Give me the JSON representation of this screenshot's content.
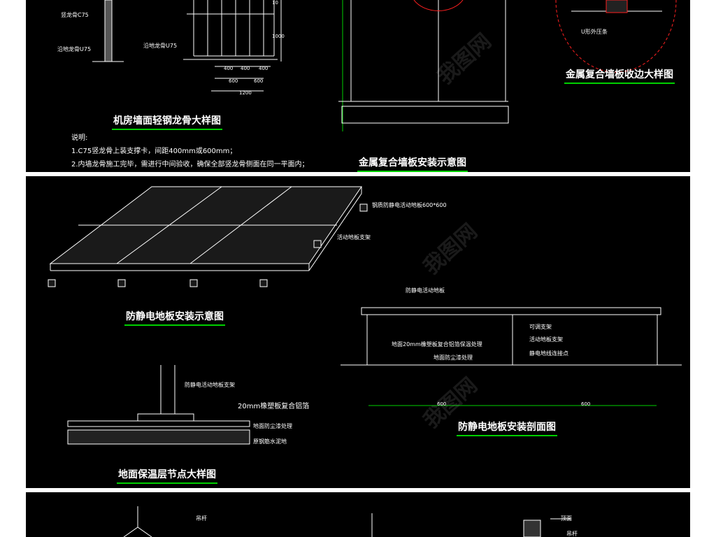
{
  "top": {
    "drawing1": {
      "title": "机房墙面轻钢龙骨大样图",
      "label_stud": "竖龙骨C75",
      "label_track": "沿地龙骨U75",
      "label_track2": "沿地龙骨U75",
      "dim_1000": "1000",
      "dim_10": "10",
      "dims_400": [
        "400",
        "400",
        "400"
      ],
      "dims_600": [
        "600",
        "600"
      ],
      "dim_1200": "1200",
      "notes_heading": "说明:",
      "notes": [
        "1.C75竖龙骨上装支撑卡，间距400mm或600mm；",
        "2.内墙龙骨施工完毕，需进行中间验收，确保全部竖龙骨侧面在同一平面内；"
      ]
    },
    "drawing2": {
      "title": "金属复合墙板安装示意图"
    },
    "drawing3": {
      "title": "金属复合墙板收边大样图",
      "label_clip": "U形外压条"
    }
  },
  "middle": {
    "floor_iso": {
      "title": "防静电地板安装示意图",
      "label_panel": "钢质防静电活动地板600*600",
      "label_support": "活动地板支架"
    },
    "section": {
      "title": "防静电地板安装剖面图",
      "label_floor": "防静电活动地板",
      "label_adjust": "可调支架",
      "label_bracket": "活动地板支架",
      "label_ground": "静电地线连接点",
      "label_insul": "地面20mm橡塑板复合铝箔保温处理",
      "label_dust": "地面防尘漆处理",
      "dim_left": "600",
      "dim_right": "600"
    },
    "detail": {
      "title": "地面保温层节点大样图",
      "label_support": "防静电活动地板支架",
      "label_foil": "20mm橡塑板复合铝箔",
      "label_dust": "地面防尘漆处理",
      "label_concrete": "原钢筋水泥地"
    }
  },
  "bottom": {
    "label_rod1": "吊杆",
    "label_rod2": "吊杆",
    "label_top": "顶面"
  },
  "watermark": "我图网",
  "colors": {
    "background": "#000000",
    "line": "#ffffff",
    "accent_green": "#00d000",
    "accent_red": "#ff2020"
  }
}
